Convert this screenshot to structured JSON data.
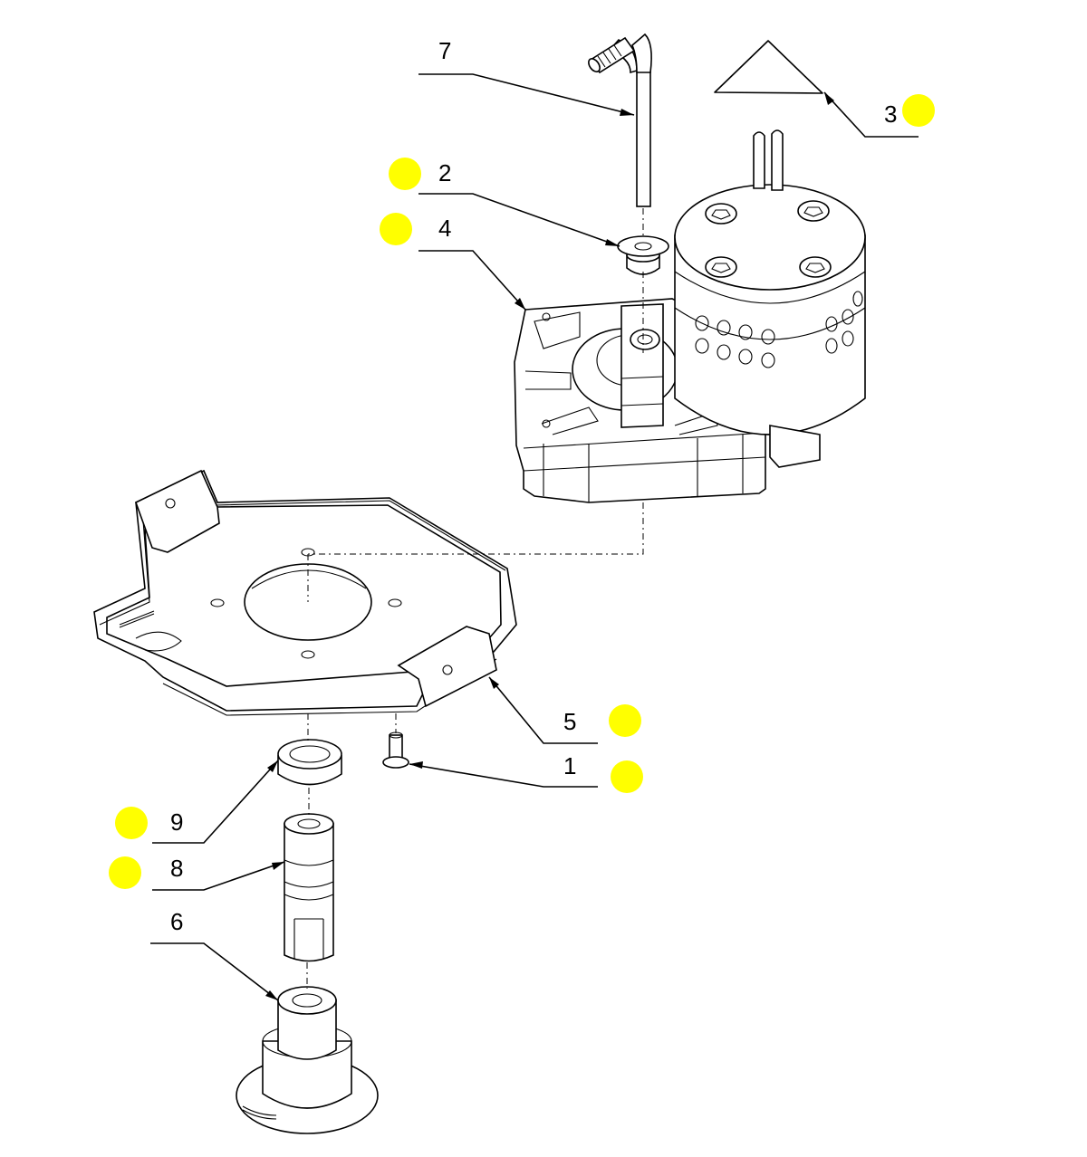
{
  "callouts": [
    {
      "id": "7",
      "label": "7",
      "marked": false
    },
    {
      "id": "3",
      "label": "3",
      "marked": true
    },
    {
      "id": "2",
      "label": "2",
      "marked": true
    },
    {
      "id": "4",
      "label": "4",
      "marked": true
    },
    {
      "id": "5",
      "label": "5",
      "marked": true
    },
    {
      "id": "1",
      "label": "1",
      "marked": true
    },
    {
      "id": "9",
      "label": "9",
      "marked": true
    },
    {
      "id": "8",
      "label": "8",
      "marked": true
    },
    {
      "id": "6",
      "label": "6",
      "marked": false
    }
  ],
  "colors": {
    "marker": "#ffff00",
    "line": "#000000",
    "background": "#ffffff"
  }
}
